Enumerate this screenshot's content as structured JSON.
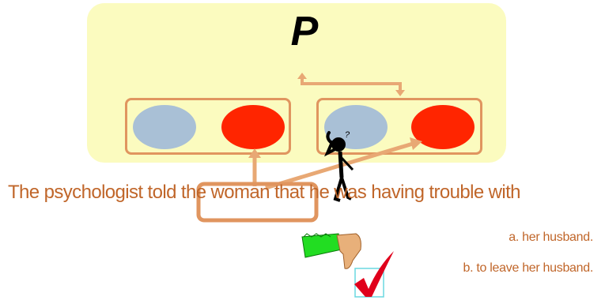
{
  "title": "P",
  "sentence": "The psychologist told the woman that he was having trouble with",
  "options": [
    {
      "label": "a. her husband."
    },
    {
      "label": "b. to leave her husband."
    }
  ],
  "question_mark": "?",
  "colors": {
    "panel": "#fbfbbf",
    "box_border": "#e0955f",
    "arrow": "#e8a874",
    "oval_blue": "#a9c0d6",
    "oval_red": "#ff2500",
    "text": "#c0662a",
    "check": "#e0001b"
  }
}
